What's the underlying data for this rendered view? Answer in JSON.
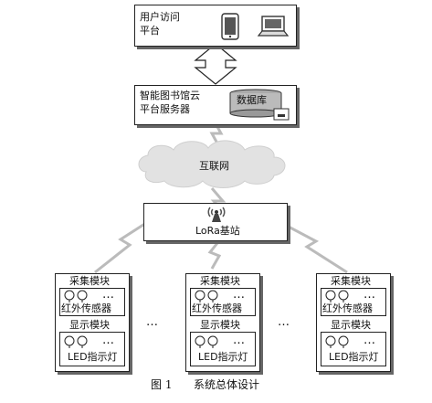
{
  "user_platform": {
    "line1": "用户访问",
    "line2": "平台"
  },
  "cloud_server": {
    "line1": "智能图书馆云",
    "line2": "平台服务器",
    "db_label": "数据库"
  },
  "internet": {
    "label": "互联网"
  },
  "lora_station": {
    "label": "LoRa基站"
  },
  "modules": [
    {
      "collect": "采集模块",
      "sensor": "红外传感器",
      "display": "显示模块",
      "led": "LED指示灯"
    },
    {
      "collect": "采集模块",
      "sensor": "红外传感器",
      "display": "显示模块",
      "led": "LED指示灯"
    },
    {
      "collect": "采集模块",
      "sensor": "红外传感器",
      "display": "显示模块",
      "led": "LED指示灯"
    }
  ],
  "ellipsis": "…",
  "mini_ellipsis": "…",
  "caption": {
    "num": "图 1",
    "text": "系统总体设计"
  }
}
